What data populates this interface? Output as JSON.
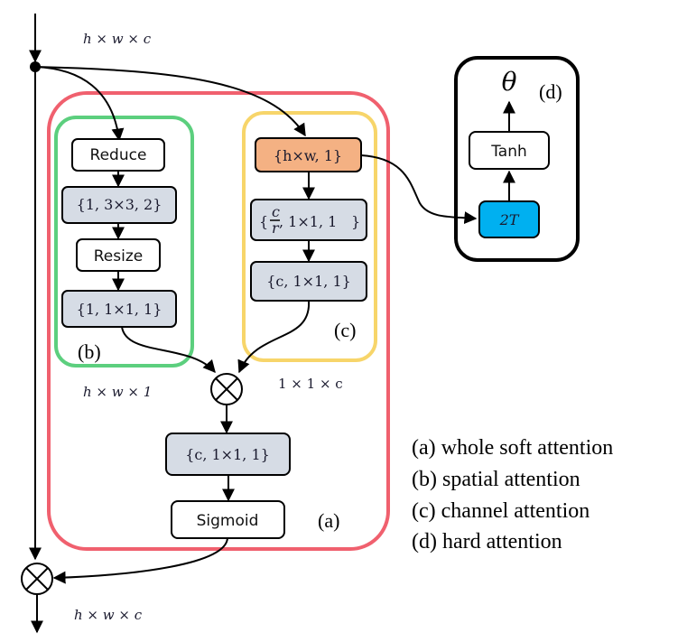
{
  "colors": {
    "soft_attention_border": "#f0606e",
    "spatial_border": "#5ccf7e",
    "channel_border": "#f7d56a",
    "hard_border": "#000000",
    "conv_fill": "#d6dce5",
    "plain_fill": "#ffffff",
    "pool_fill": "#f4b183",
    "temp_fill": "#00b0f0"
  },
  "dims": {
    "input": "h × w × c",
    "spatial_out": "h × w × 1",
    "channel_out": "1 × 1 × c",
    "output": "h × w × c"
  },
  "spatial": {
    "label": "(b)",
    "reduce": "Reduce",
    "conv1": "{1, 3×3, 2}",
    "resize": "Resize",
    "conv2": "{1, 1×1, 1}"
  },
  "channel": {
    "label": "(c)",
    "pool": "{h×w, 1}",
    "conv1_num": "c",
    "conv1_den": "r",
    "conv1_rest": ", 1×1, 1",
    "conv2": "{c, 1×1, 1}"
  },
  "soft": {
    "label": "(a)",
    "conv": "{c, 1×1, 1}",
    "sigmoid": "Sigmoid"
  },
  "hard": {
    "label": "(d)",
    "temp": "2T",
    "tanh": "Tanh",
    "output": "θ"
  },
  "legend": [
    "(a) whole soft attention",
    "(b) spatial attention",
    "(c) channel attention",
    "(d) hard attention"
  ]
}
